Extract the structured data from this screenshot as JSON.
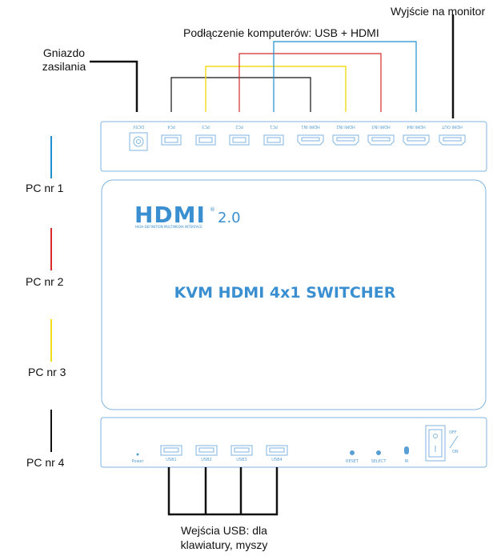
{
  "labels": {
    "output_monitor": "Wyjście na monitor",
    "pc_connection": "Podłączenie komputerów: USB + HDMI",
    "power_socket_line1": "Gniazdo",
    "power_socket_line2": "zasilania",
    "usb_inputs_line1": "Wejścia USB: dla",
    "usb_inputs_line2": "klawiatury, myszy"
  },
  "legend": [
    {
      "label": "PC nr 1",
      "color": "#1f8fd0"
    },
    {
      "label": "PC nr 2",
      "color": "#d42a2a"
    },
    {
      "label": "PC nr 3",
      "color": "#f2dc1a"
    },
    {
      "label": "PC nr 4",
      "color": "#111111"
    }
  ],
  "device": {
    "hdmi_logo": "HDMI",
    "hdmi_reg": "®",
    "hdmi_version": "2.0",
    "hdmi_tagline": "HIGH-DEFINITION MULTIMEDIA INTERFACE",
    "title": "KVM HDMI 4x1 SWITCHER",
    "rear_ports": [
      "DC5V",
      "PC4",
      "PC3",
      "PC2",
      "PC1",
      "HDMI IN1",
      "HDMI IN2",
      "HDMI IN3",
      "HDMI IN4",
      "HDMI OUT"
    ],
    "front": {
      "power": "Power",
      "usb_ports": [
        "USB1",
        "USB2",
        "USB3",
        "USB4"
      ],
      "reset": "RESET",
      "select": "SELECT",
      "ir": "IR",
      "switch_off": "OFF",
      "switch_on": "ON"
    }
  },
  "colors": {
    "device_outline": "#7fb6e0",
    "device_text": "#3a8fd0",
    "wire_black": "#111111",
    "wire_red": "#d42a2a",
    "wire_yellow": "#f2dc1a",
    "wire_blue": "#1f8fd0"
  }
}
